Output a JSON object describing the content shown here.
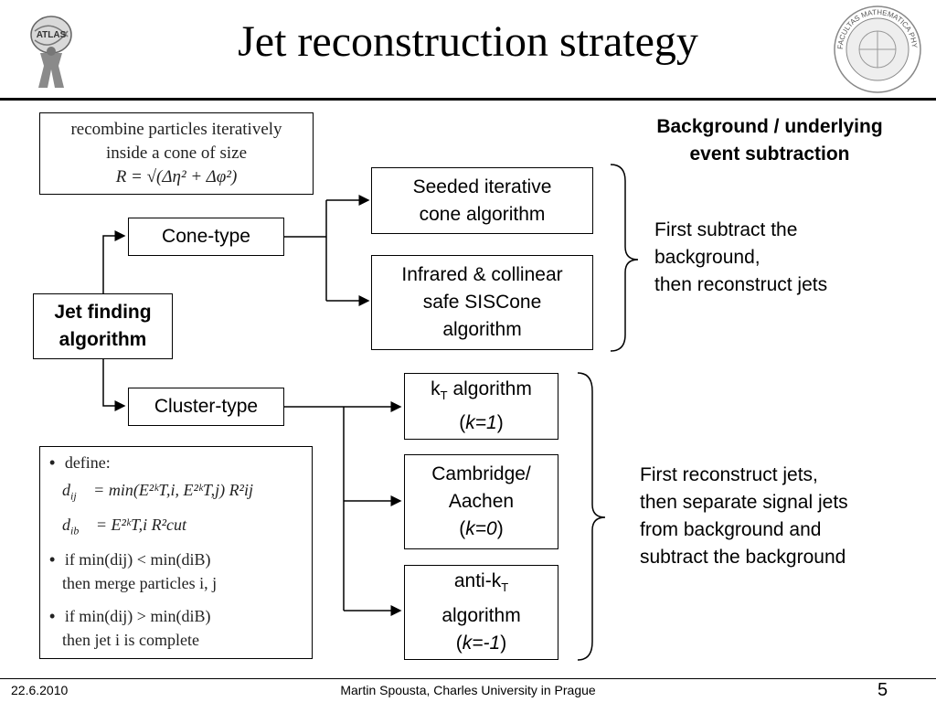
{
  "title": "Jet reconstruction strategy",
  "cone_formula": {
    "line1": "recombine particles iteratively",
    "line2": "inside a cone of size",
    "line3": "R = √(Δη² + Δφ²)"
  },
  "nodes": {
    "jet_finding": {
      "line1": "Jet finding",
      "line2": "algorithm"
    },
    "cone_type": "Cone-type",
    "cluster_type": "Cluster-type",
    "seeded": {
      "line1": "Seeded iterative",
      "line2": "cone algorithm"
    },
    "siscone": {
      "line1": "Infrared & collinear",
      "line2": "safe SISCone",
      "line3": "algorithm"
    },
    "kt": {
      "name": "k",
      "sub": "T",
      "rest": " algorithm",
      "param_open": "(",
      "param": "k=1",
      "param_close": ")"
    },
    "cambridge": {
      "line1": "Cambridge/",
      "line2": "Aachen",
      "param_open": "(",
      "param": "k=0",
      "param_close": ")"
    },
    "antikt": {
      "name": "anti-k",
      "sub": "T",
      "line2": "algorithm",
      "param_open": "(",
      "param": "k=-1",
      "param_close": ")"
    }
  },
  "cluster_formula": {
    "bullet": "•",
    "define": "define:",
    "dij_lhs": "d",
    "dij_rhs": "= min(E²ᵏT,i, E²ᵏT,j) R²ij",
    "dib_rhs": "= E²ᵏT,i R²cut",
    "cond1_line1": "if min(dij) < min(diB)",
    "cond1_line2": "then merge particles i, j",
    "cond2_line1": "if min(dij) > min(diB)",
    "cond2_line2": "then jet i is complete"
  },
  "right_panel": {
    "heading_line1": "Background / underlying",
    "heading_line2": "event subtraction",
    "cone_note_line1": "First subtract the",
    "cone_note_line2": "background,",
    "cone_note_line3": "then reconstruct jets",
    "cluster_note_line1": "First reconstruct jets,",
    "cluster_note_line2": "then separate signal jets",
    "cluster_note_line3": "from background and",
    "cluster_note_line4": "subtract the background"
  },
  "footer": {
    "date": "22.6.2010",
    "author": "Martin Spousta,  Charles University in Prague",
    "page": "5"
  },
  "logos": {
    "left": "atlas-logo",
    "right": "faculty-seal",
    "left_text": "ATLAS",
    "right_text": "FACULTAS MATHEMATICA PHYSICAQUE"
  }
}
